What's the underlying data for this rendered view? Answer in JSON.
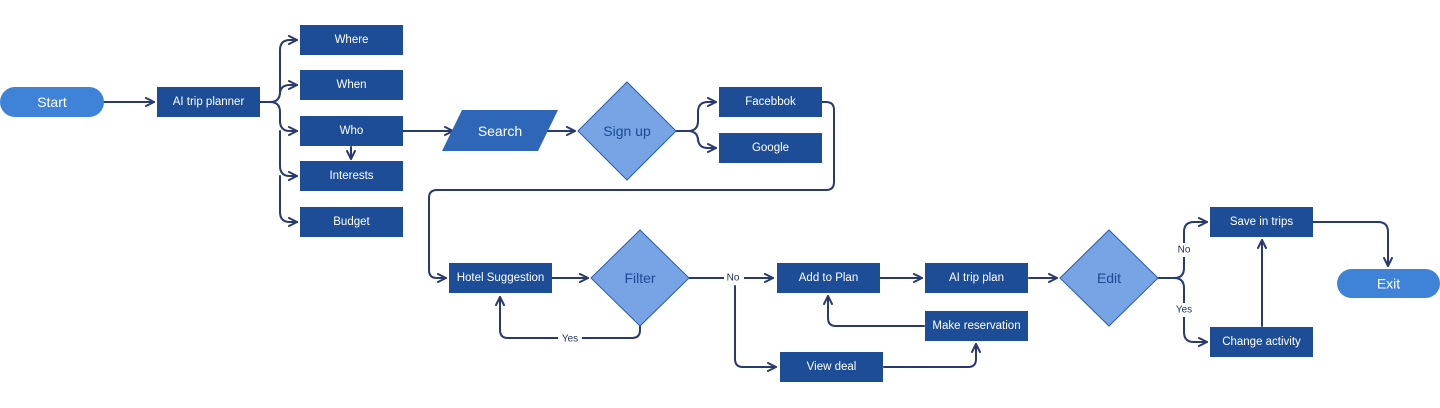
{
  "colors": {
    "rect": "#1d4d97",
    "pill": "#3f83d8",
    "diamond_fill": "#76a4e4",
    "diamond_stroke": "#2b5aa8",
    "parallelogram": "#2e66b8",
    "edge": "#2a3a6e"
  },
  "nodes": {
    "start": "Start",
    "ai_trip_planner": "AI trip planner",
    "where": "Where",
    "when": "When",
    "who": "Who",
    "interests": "Interests",
    "budget": "Budget",
    "search": "Search",
    "sign_up": "Sign up",
    "facebook": "Facebbok",
    "google": "Google",
    "hotel_suggestion": "Hotel Suggestion",
    "filter": "Filter",
    "add_to_plan": "Add to Plan",
    "ai_trip_plan": "AI trip plan",
    "make_reservation": "Make reservation",
    "view_deal": "View deal",
    "edit": "Edit",
    "save_in_trips": "Save in trips",
    "change_activity": "Change activity",
    "exit": "Exit"
  },
  "edge_labels": {
    "filter_yes": "Yes",
    "filter_no": "No",
    "edit_no": "No",
    "edit_yes": "Yes"
  }
}
